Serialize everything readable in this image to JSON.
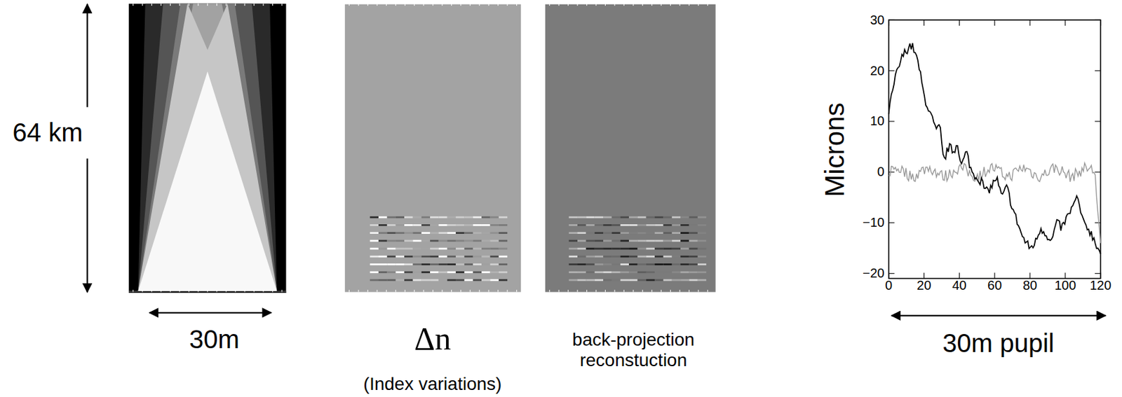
{
  "diagram": {
    "labels": [
      "64 km",
      "30m",
      "Δn",
      "(Index variations)",
      "back-projection reconstuction",
      "Microns",
      "30m pupil",
      "30",
      "20",
      "10",
      "0",
      "−10",
      "−20",
      "0",
      "20",
      "40",
      "60",
      "80",
      "100",
      "120"
    ]
  }
}
